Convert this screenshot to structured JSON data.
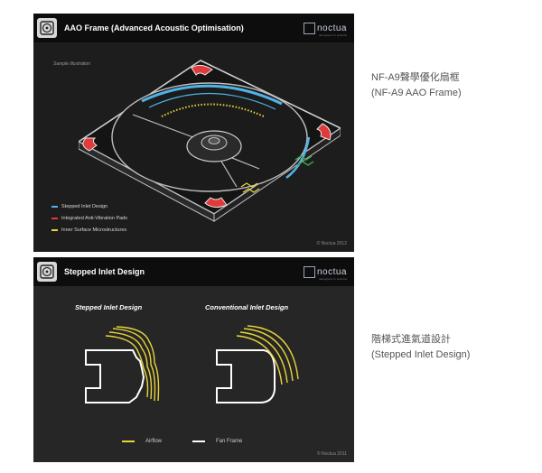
{
  "slide1": {
    "title": "AAO Frame (Advanced Acoustic Optimisation)",
    "brand": "noctua",
    "brand_tagline": "designed in austria",
    "sample_note": "Sample illustration",
    "legend": [
      {
        "label": "Stepped Inlet Design",
        "color": "#4fb3e6"
      },
      {
        "label": "Integrated Anti-Vibration Pads",
        "color": "#e03a3a"
      },
      {
        "label": "Inner Surface Microstructures",
        "color": "#e8d43a"
      }
    ],
    "copyright": "© Noctua 2012"
  },
  "slide2": {
    "title": "Stepped Inlet Design",
    "brand": "noctua",
    "brand_tagline": "designed in austria",
    "left_title": "Stepped Inlet Design",
    "right_title": "Conventional Inlet Design",
    "legend": [
      {
        "label": "Airflow",
        "color": "#e8d43a"
      },
      {
        "label": "Fan Frame",
        "color": "#ffffff"
      }
    ],
    "copyright": "© Noctua 2011"
  },
  "captions": {
    "first_line1": "NF-A9聲學優化扇框",
    "first_line2": "(NF-A9 AAO Frame)",
    "second_line1": "階梯式進氣道設計",
    "second_line2": "(Stepped Inlet Design)"
  }
}
